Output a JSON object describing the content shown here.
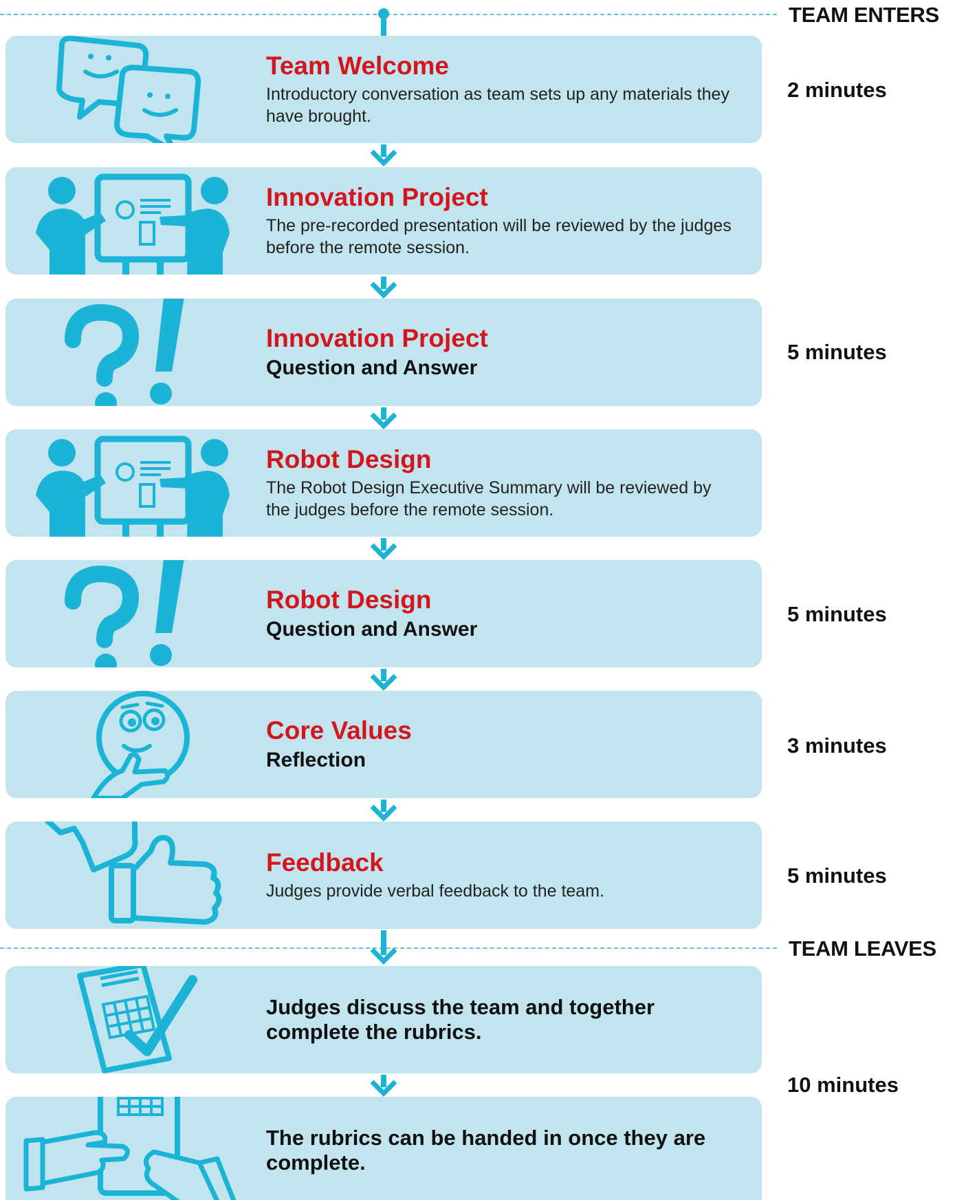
{
  "markers": {
    "enter": "TEAM ENTERS",
    "leave": "TEAM LEAVES"
  },
  "steps": [
    {
      "title": "Team Welcome",
      "description": "Introductory conversation as team sets up any materials they have brought.",
      "icon": "speech-bubbles-icon"
    },
    {
      "title": "Innovation Project",
      "description": "The pre-recorded presentation will be reviewed by the judges before the remote session.",
      "icon": "presentation-icon"
    },
    {
      "title": "Innovation Project",
      "subtitle": "Question and Answer",
      "icon": "question-exclamation-icon"
    },
    {
      "title": "Robot Design",
      "description": "The Robot Design Executive Summary will be reviewed by the judges before the remote session.",
      "icon": "presentation-icon"
    },
    {
      "title": "Robot Design",
      "subtitle": "Question and Answer",
      "icon": "question-exclamation-icon"
    },
    {
      "title": "Core Values",
      "subtitle": "Reflection",
      "icon": "thinking-face-icon"
    },
    {
      "title": "Feedback",
      "description": "Judges provide verbal feedback to the team.",
      "icon": "thumbs-up-icon"
    },
    {
      "text": "Judges discuss the team and together complete the rubrics.",
      "icon": "rubric-checklist-icon"
    },
    {
      "text": "The rubrics can be handed in once they are complete.",
      "icon": "hand-over-rubric-icon"
    }
  ],
  "durations": {
    "team_welcome": "2 minutes",
    "innovation_qa": "5 minutes",
    "robot_qa": "5 minutes",
    "core_values": "3 minutes",
    "feedback": "5 minutes",
    "rubrics": "10 minutes"
  },
  "colors": {
    "accent": "#1bb3d6",
    "box": "#c2e4ee",
    "title": "#d5151e"
  }
}
